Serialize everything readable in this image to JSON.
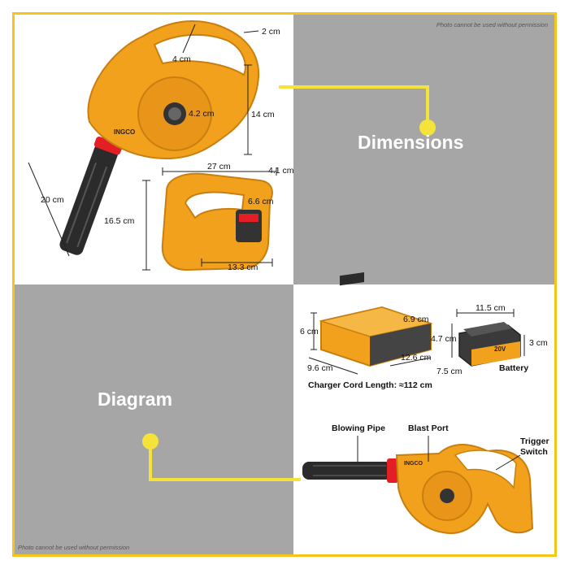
{
  "notices": {
    "top": "Photo cannot be used without permission",
    "bottom": "Photo cannot be used without permission"
  },
  "headings": {
    "dimensions": "Dimensions",
    "diagram": "Diagram"
  },
  "brand": {
    "logo_text": "INGCO",
    "battery_voltage": "20V"
  },
  "colors": {
    "accent_yellow": "#f5c518",
    "tool_yellow": "#f2a11d",
    "pipe_black": "#2b2b2b",
    "ring_red": "#e31e24",
    "gray_panel": "#a6a6a6"
  },
  "blower_dimensions": {
    "handle_width": "2 cm",
    "grip_length": "4 cm",
    "height": "14 cm",
    "fan_diameter": "4.2 cm",
    "pipe_length": "20 cm",
    "total_length": "27 cm",
    "top_depth": "4.1 cm",
    "side_height": "16.5 cm",
    "battery_slot": "6.6 cm",
    "base_length": "13.3 cm"
  },
  "charger": {
    "height": "6 cm",
    "top_height": "6.9 cm",
    "width": "9.6 cm",
    "depth": "12.6 cm",
    "cord_label": "Charger Cord Length: ≈112 cm"
  },
  "battery": {
    "length": "11.5 cm",
    "height": "4.7 cm",
    "side": "3 cm",
    "width": "7.5 cm",
    "label": "Battery"
  },
  "diagram_labels": {
    "blowing_pipe": "Blowing Pipe",
    "blast_port": "Blast Port",
    "trigger_switch_line1": "Trigger",
    "trigger_switch_line2": "Switch"
  }
}
